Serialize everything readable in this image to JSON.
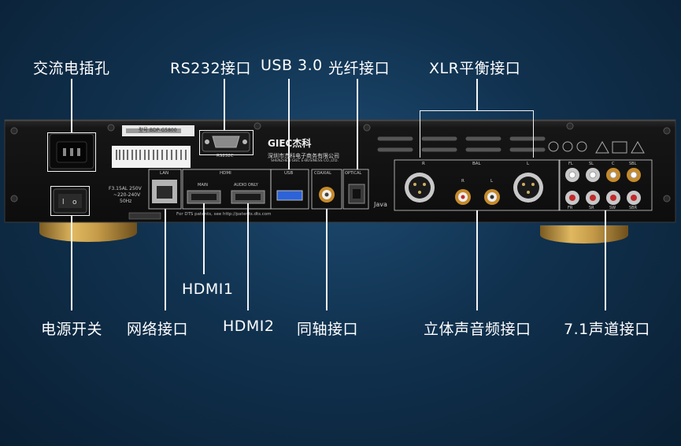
{
  "labels": {
    "ac_inlet": "交流电插孔",
    "rs232": "RS232接口",
    "usb": "USB 3.0",
    "optical": "光纤接口",
    "xlr": "XLR平衡接口",
    "power_switch": "电源开关",
    "lan": "网络接口",
    "hdmi1": "HDMI1",
    "hdmi2": "HDMI2",
    "coaxial": "同轴接口",
    "stereo": "立体声音频接口",
    "surround": "7.1声道接口"
  },
  "panel": {
    "brand": "GIEC杰科",
    "company_cn": "深圳市杰科电子商务有限公司",
    "company_en": "SHENZHEN GIEC E-BUSINESS CO.,LTD.",
    "model_label": "型号:BDP-G5800",
    "rs232": "RS232C",
    "lan": "LAN",
    "hdmi": "HDMI",
    "hdmi_main": "MAIN",
    "hdmi_audio": "AUDIO ONLY",
    "usb": "USB",
    "coaxial": "COAXIAL",
    "optical": "OPTICAL",
    "bal": "BAL",
    "r": "R",
    "l": "L",
    "fuse": "F3.15AL 250V",
    "voltage": "~220-240V",
    "freq": "50Hz",
    "patent": "For DTS patents, see http://patents.dts.com",
    "java": "Java",
    "ch_fl": "FL",
    "ch_sl": "SL",
    "ch_c": "C",
    "ch_sbl": "SBL",
    "ch_fr": "FR",
    "ch_sr": "SR",
    "ch_sw": "SW",
    "ch_sbr": "SBR"
  },
  "colors": {
    "background": "#10314e",
    "chassis": "#141414",
    "gold": "#b8903a"
  }
}
